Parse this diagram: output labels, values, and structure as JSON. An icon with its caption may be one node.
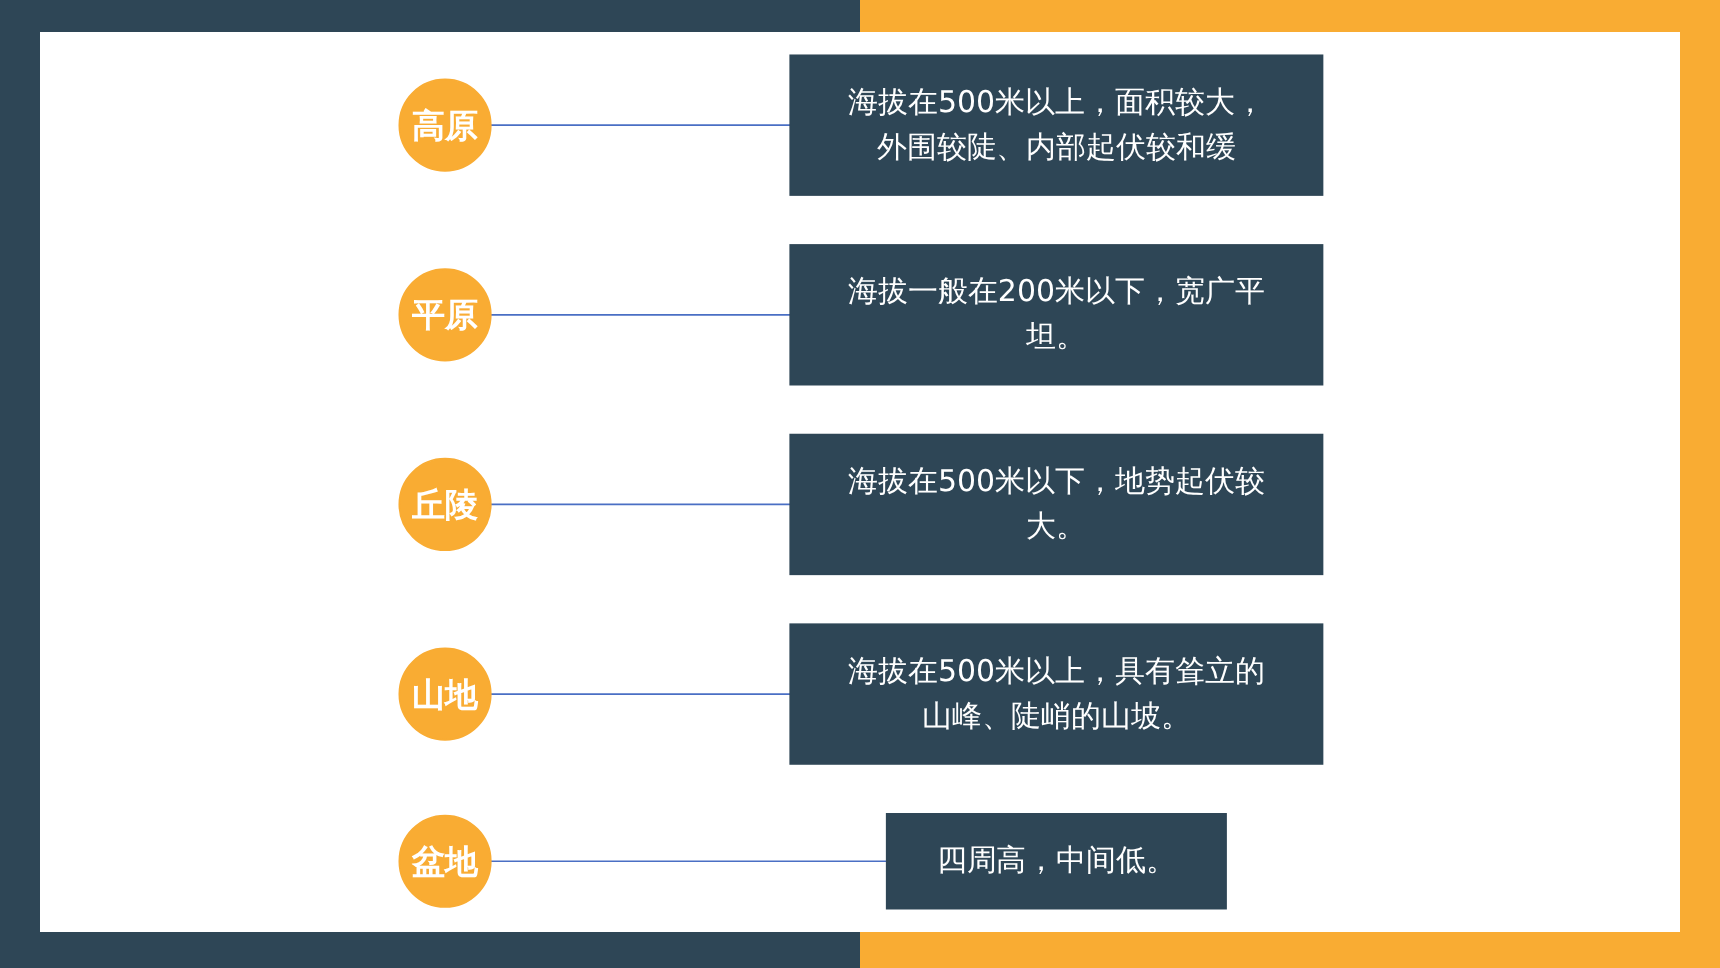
{
  "diagram": {
    "nodes": [
      {
        "text": [
          "高原"
        ]
      },
      {
        "text": [
          "平原"
        ]
      },
      {
        "text": [
          "丘陵"
        ]
      },
      {
        "text": [
          "山地"
        ]
      },
      {
        "text": [
          "盆地"
        ]
      },
      {
        "text": [
          "四周高，中间低。"
        ]
      },
      {
        "text": [
          "海拔在500米以上，具有耸立的山峰、陡峭的山坡。"
        ]
      },
      {
        "text": [
          "海拔在500米以下，地势起伏较大。"
        ]
      },
      {
        "text": [
          "海拔一般在200米以下，宽广平坦。"
        ]
      },
      {
        "text": [
          "海拔在500米以上，面积较大，外围较陡、内部起伏较和缓"
        ]
      }
    ],
    "edges": [
      {
        "from": 0,
        "to": 9,
        "arrow": "none"
      },
      {
        "from": 1,
        "to": 8,
        "arrow": "none"
      },
      {
        "from": 2,
        "to": 7,
        "arrow": "none"
      },
      {
        "from": 3,
        "to": 6,
        "arrow": "none"
      },
      {
        "from": 4,
        "to": 5,
        "arrow": "none"
      }
    ]
  }
}
